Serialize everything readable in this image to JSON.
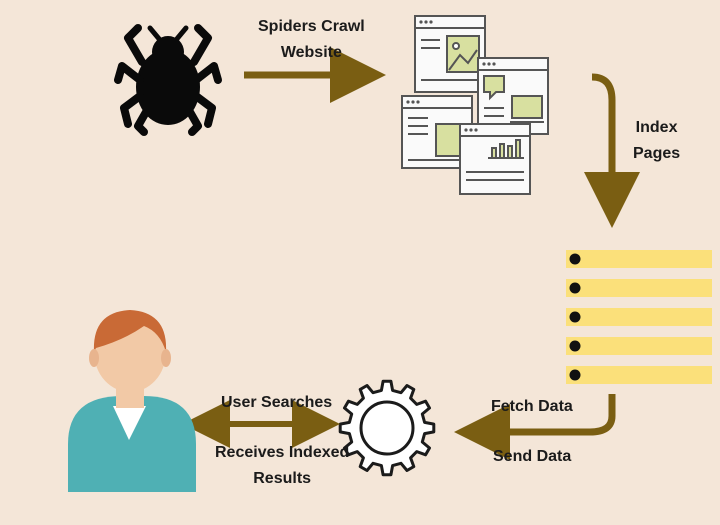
{
  "labels": {
    "crawl": [
      "Spiders Crawl",
      "Website"
    ],
    "index": [
      "Index",
      "Pages"
    ],
    "fetch": "Fetch Data",
    "send": "Send Data",
    "user_searches": "User Searches",
    "receives": [
      "Receives Indexed",
      "Results"
    ]
  },
  "icons": {
    "spider": "spider-icon",
    "pages": "webpage-stack-icon",
    "index": "index-list-icon",
    "gear": "gear-icon",
    "user": "user-icon"
  },
  "colors": {
    "background": "#f4e6d8",
    "arrow": "#7a5e12",
    "index_row": "#fbe07a",
    "page_accent": "#d8e0a0",
    "shirt": "#4fb0b4",
    "hair": "#c96a36",
    "skin": "#f2c9a6"
  }
}
